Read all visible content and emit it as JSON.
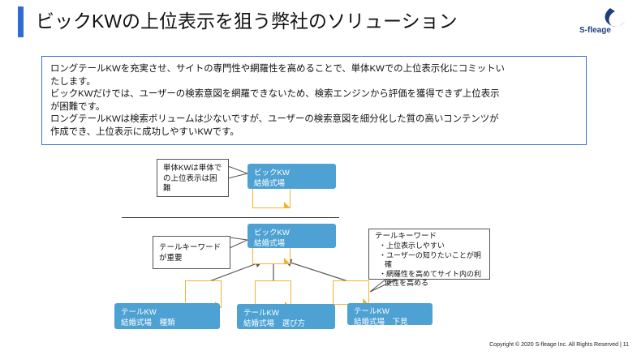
{
  "header": {
    "title": "ビックKWの上位表示を狙う弊社のソリューション",
    "logo_text": "S-fleage"
  },
  "description": {
    "lines": [
      "ロングテールKWを充実させ、サイトの専門性や網羅性を高めることで、単体KWでの上位表示化にコミットい",
      "たします。",
      "ビックKWだけでは、ユーザーの検索意図を網羅できないため、検索エンジンから評価を獲得できず上位表示",
      "が困難です。",
      "ロングテールKWは検索ボリュームは少ないですが、ユーザーの検索意図を細分化した質の高いコンテンツが",
      "作成でき、上位表示に成功しやすいKWです。"
    ]
  },
  "diagram_top": {
    "callout": [
      "単体KWは単体で",
      "の上位表示は困",
      "難"
    ],
    "big_kw": {
      "line1": "ビックKW",
      "line2": "結婚式場"
    }
  },
  "diagram_bottom": {
    "callout_left": [
      "テールキーワード",
      "が重要"
    ],
    "big_kw": {
      "line1": "ビックKW",
      "line2": "結婚式場"
    },
    "callout_right": {
      "title": "テールキーワード",
      "items": [
        "・上位表示しやすい",
        "・ユーザーの知りたいことが明確",
        "・網羅性を高めてサイト内の利便性を高める"
      ]
    },
    "tails": [
      {
        "line1": "テールKW",
        "line2": "結婚式場　種類"
      },
      {
        "line1": "テールKW",
        "line2": "結婚式場　選び方"
      },
      {
        "line1": "テールKW",
        "line2": "結婚式場　下見"
      }
    ]
  },
  "footer": {
    "copyright": "Copyright © 2020 S-fleage Inc. All Rights Reserved",
    "separator": "|",
    "page_number": "11"
  },
  "colors": {
    "accent": "#2f6cd1",
    "box_blue": "#4ea1d3",
    "doc_orange": "#f2b330",
    "border_blue": "#3f6fd6"
  }
}
